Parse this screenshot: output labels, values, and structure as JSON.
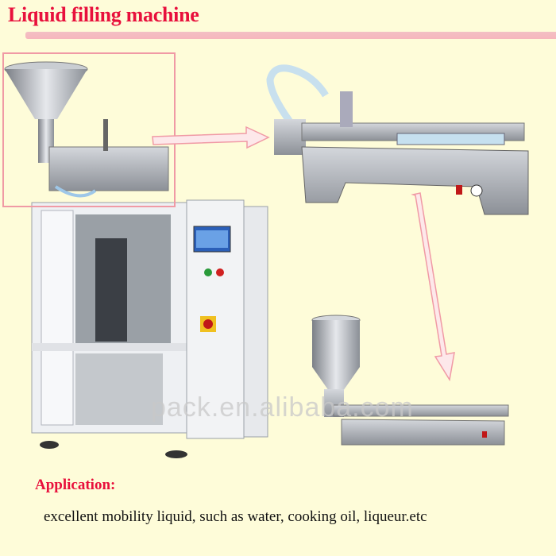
{
  "header": {
    "title": "Liquid filling machine"
  },
  "application": {
    "label": "Application:",
    "description": "excellent mobility liquid, such as water, cooking oil, liqueur.etc"
  },
  "watermark": "pack.en.alibaba.com",
  "colors": {
    "accent": "#e8103c",
    "background": "#fefcd9",
    "highlight": "#f09aa5"
  }
}
